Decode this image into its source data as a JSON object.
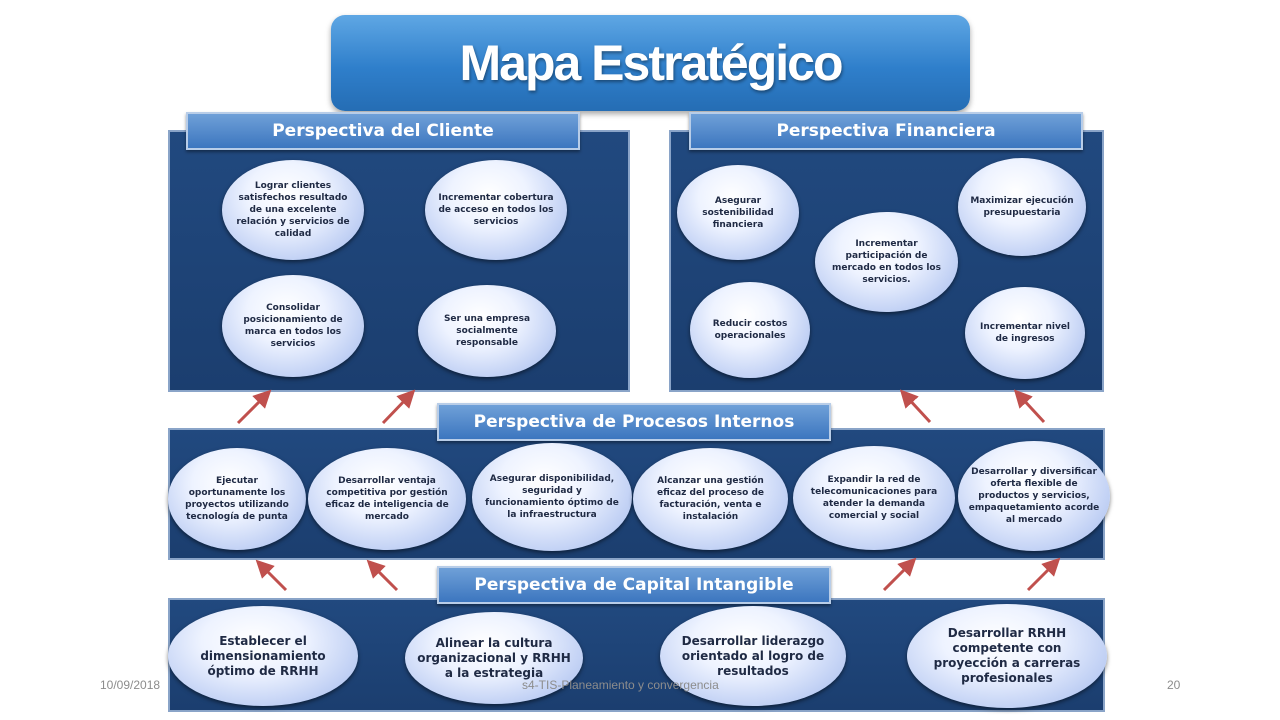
{
  "title": "Mapa Estratégico",
  "cliente": {
    "header": "Perspectiva del Cliente",
    "items": [
      "Lograr clientes satisfechos resultado de una excelente relación y servicios de calidad",
      "Incrementar cobertura de acceso en todos los servicios",
      "Consolidar posicionamiento de marca en todos los servicios",
      "Ser una empresa socialmente responsable"
    ]
  },
  "financiera": {
    "header": "Perspectiva Financiera",
    "items": [
      "Asegurar sostenibilidad financiera",
      "Incrementar participación de mercado en todos los servicios.",
      "Maximizar ejecución presupuestaria",
      "Reducir costos operacionales",
      "Incrementar nivel de ingresos"
    ]
  },
  "procesos": {
    "header": "Perspectiva de Procesos Internos",
    "items": [
      "Ejecutar oportunamente los proyectos utilizando tecnología de punta",
      "Desarrollar ventaja competitiva por gestión eficaz de inteligencia de mercado",
      "Asegurar disponibilidad, seguridad y funcionamiento óptimo de la infraestructura",
      "Alcanzar una gestión eficaz del proceso de facturación, venta e instalación",
      "Expandir la red de telecomunicaciones para atender la demanda comercial y social",
      "Desarrollar y diversificar oferta flexible de productos y servicios, empaquetamiento acorde al mercado"
    ]
  },
  "capital": {
    "header": "Perspectiva de Capital Intangible",
    "items": [
      "Establecer el dimensionamiento óptimo de RRHH",
      "Alinear la cultura organizacional y RRHH a la estrategia",
      "Desarrollar liderazgo orientado al logro de resultados",
      "Desarrollar RRHH competente con proyección a carreras profesionales"
    ]
  },
  "footer": {
    "date": "10/09/2018",
    "subject": "s4-TIS-Planeamiento y convergencia",
    "page": "20"
  },
  "colors": {
    "panel": "#1f4478",
    "header": "#4f86c8",
    "title": "#3a8ad6",
    "arrow": "#c0504d"
  }
}
